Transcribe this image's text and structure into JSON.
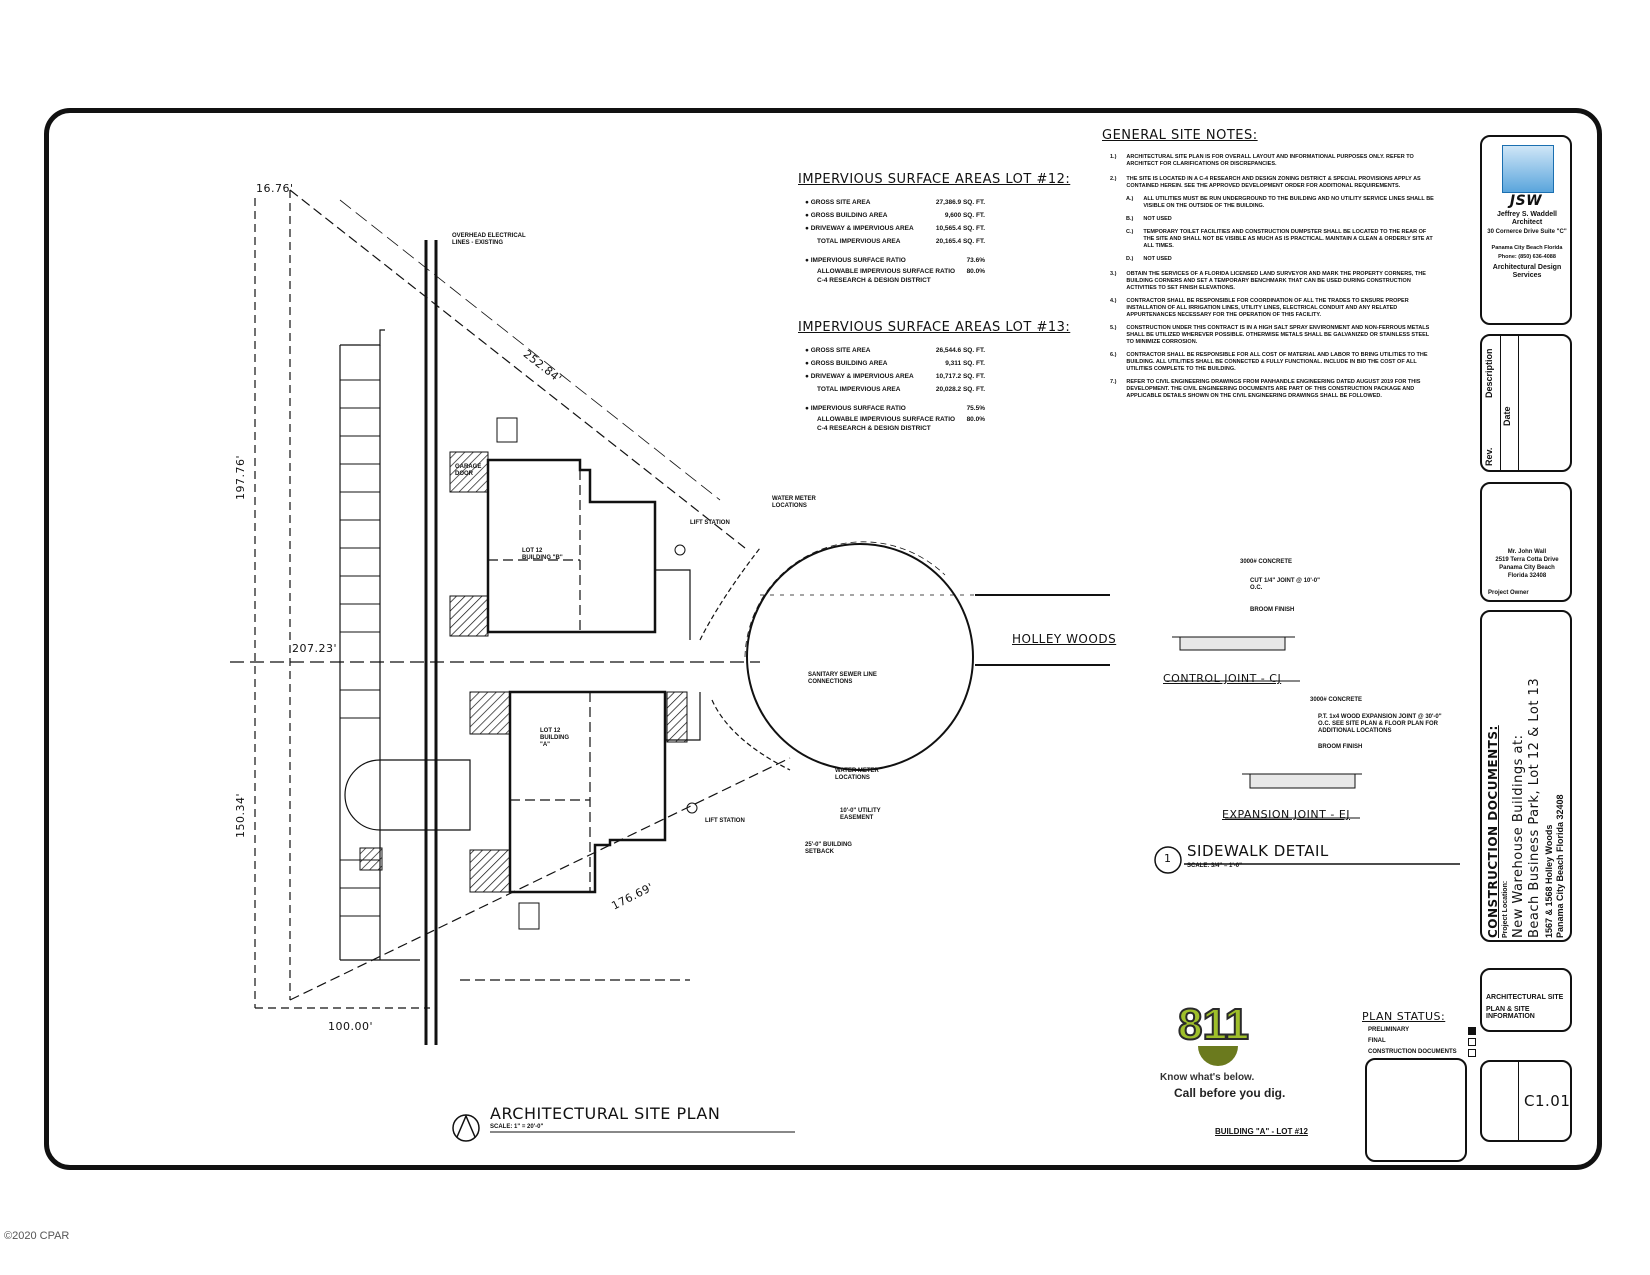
{
  "sheet": {
    "plan_title": "ARCHITECTURAL SITE PLAN",
    "plan_scale": "SCALE: 1\" = 20'-0\"",
    "building_caption": "BUILDING \"A\" - LOT #12",
    "sheet_number": "C1.01",
    "sheet_title_line1": "ARCHITECTURAL SITE",
    "sheet_title_line2": "PLAN & SITE INFORMATION"
  },
  "dimensions": {
    "top": "16.76'",
    "diagonal_upper": "252.84'",
    "left_upper": "197.76'",
    "middle": "207.23'",
    "left_lower": "150.34'",
    "diagonal_lower": "176.69'",
    "bottom": "100.00'"
  },
  "site_labels": {
    "overhead_electrical": "OVERHEAD ELECTRICAL LINES - EXISTING",
    "lot12_building": "LOT 12 BUILDING \"B\"",
    "lot12a_building": "LOT 12 BUILDING \"A\"",
    "garage_door": "GARAGE DOOR",
    "water_meter_top": "WATER METER LOCATIONS",
    "lift_station_top": "LIFT STATION",
    "sanitary_sewer": "SANITARY SEWER LINE CONNECTIONS",
    "water_meter_bottom": "WATER METER LOCATIONS",
    "utility_easement": "10'-0\" UTILITY EASEMENT",
    "lift_station_bottom": "LIFT STATION",
    "building_setback": "25'-0\" BUILDING SETBACK",
    "road": "HOLLEY WOODS"
  },
  "impervious_lot12": {
    "title": "IMPERVIOUS SURFACE AREAS LOT #12:",
    "rows": [
      {
        "label": "GROSS SITE AREA",
        "value": "27,386.9 SQ. FT."
      },
      {
        "label": "GROSS BUILDING AREA",
        "value": "9,600 SQ. FT."
      },
      {
        "label": "DRIVEWAY & IMPERVIOUS AREA",
        "value": "10,565.4 SQ. FT."
      },
      {
        "label": "TOTAL IMPERVIOUS AREA",
        "value": "20,165.4 SQ. FT."
      },
      {
        "label": "IMPERVIOUS SURFACE RATIO",
        "value": "73.6%"
      },
      {
        "label": "ALLOWABLE IMPERVIOUS SURFACE RATIO",
        "value": "80.0%"
      },
      {
        "label": "C-4 RESEARCH & DESIGN DISTRICT",
        "value": ""
      }
    ]
  },
  "impervious_lot13": {
    "title": "IMPERVIOUS SURFACE AREAS LOT #13:",
    "rows": [
      {
        "label": "GROSS SITE AREA",
        "value": "26,544.6 SQ. FT."
      },
      {
        "label": "GROSS BUILDING AREA",
        "value": "9,311 SQ. FT."
      },
      {
        "label": "DRIVEWAY & IMPERVIOUS AREA",
        "value": "10,717.2 SQ. FT."
      },
      {
        "label": "TOTAL IMPERVIOUS AREA",
        "value": "20,028.2 SQ. FT."
      },
      {
        "label": "IMPERVIOUS SURFACE RATIO",
        "value": "75.5%"
      },
      {
        "label": "ALLOWABLE IMPERVIOUS SURFACE RATIO",
        "value": "80.0%"
      },
      {
        "label": "C-4 RESEARCH & DESIGN DISTRICT",
        "value": ""
      }
    ]
  },
  "general_notes": {
    "title": "GENERAL SITE NOTES:",
    "items": [
      {
        "n": "1.)",
        "text": "ARCHITECTURAL SITE PLAN IS FOR OVERALL LAYOUT AND INFORMATIONAL PURPOSES ONLY. REFER TO ARCHITECT FOR CLARIFICATIONS OR DISCREPANCIES."
      },
      {
        "n": "2.)",
        "text": "THE SITE IS LOCATED IN A C-4 RESEARCH AND DESIGN ZONING DISTRICT & SPECIAL PROVISIONS APPLY AS CONTAINED HEREIN. SEE THE APPROVED DEVELOPMENT ORDER FOR ADDITIONAL REQUIREMENTS."
      },
      {
        "n": "A.)",
        "text": "ALL UTILITIES MUST BE RUN UNDERGROUND TO THE BUILDING AND NO UTILITY SERVICE LINES SHALL BE VISIBLE ON THE OUTSIDE OF THE BUILDING."
      },
      {
        "n": "B.)",
        "text": "NOT USED"
      },
      {
        "n": "C.)",
        "text": "TEMPORARY TOILET FACILITIES AND CONSTRUCTION DUMPSTER SHALL BE LOCATED TO THE REAR OF THE SITE AND SHALL NOT BE VISIBLE AS MUCH AS IS PRACTICAL. MAINTAIN A CLEAN & ORDERLY SITE AT ALL TIMES."
      },
      {
        "n": "D.)",
        "text": "NOT USED"
      },
      {
        "n": "3.)",
        "text": "OBTAIN THE SERVICES OF A FLORIDA LICENSED LAND SURVEYOR AND MARK THE PROPERTY CORNERS, THE BUILDING CORNERS AND SET A TEMPORARY BENCHMARK THAT CAN BE USED DURING CONSTRUCTION ACTIVITIES TO SET FINISH ELEVATIONS."
      },
      {
        "n": "4.)",
        "text": "CONTRACTOR SHALL BE RESPONSIBLE FOR COORDINATION OF ALL THE TRADES TO ENSURE PROPER INSTALLATION OF ALL IRRIGATION LINES, UTILITY LINES, ELECTRICAL CONDUIT AND ANY RELATED APPURTENANCES NECESSARY FOR THE OPERATION OF THIS FACILITY."
      },
      {
        "n": "5.)",
        "text": "CONSTRUCTION UNDER THIS CONTRACT IS IN A HIGH SALT SPRAY ENVIRONMENT AND NON-FERROUS METALS SHALL BE UTILIZED WHEREVER POSSIBLE. OTHERWISE METALS SHALL BE GALVANIZED OR STAINLESS STEEL TO MINIMIZE CORROSION."
      },
      {
        "n": "6.)",
        "text": "CONTRACTOR SHALL BE RESPONSIBLE FOR ALL COST OF MATERIAL AND LABOR TO BRING UTILITIES TO THE BUILDING. ALL UTILITIES SHALL BE CONNECTED & FULLY FUNCTIONAL. INCLUDE IN BID THE COST OF ALL UTILITIES COMPLETE TO THE BUILDING."
      },
      {
        "n": "7.)",
        "text": "REFER TO CIVIL ENGINEERING DRAWINGS FROM PANHANDLE ENGINEERING DATED AUGUST 2019 FOR THIS DEVELOPMENT. THE CIVIL ENGINEERING DOCUMENTS ARE PART OF THIS CONSTRUCTION PACKAGE AND APPLICABLE DETAILS SHOWN ON THE CIVIL ENGINEERING DRAWINGS SHALL BE FOLLOWED."
      }
    ]
  },
  "sidewalk_detail": {
    "number": "1",
    "title": "SIDEWALK DETAIL",
    "scale": "SCALE: 3/4\" = 1'-0\"",
    "control_joint_title": "CONTROL JOINT - CJ",
    "control_labels": [
      "3000# CONCRETE",
      "CUT 1/4\" JOINT @ 10'-0\" O.C.",
      "BROOM FINISH"
    ],
    "expansion_joint_title": "EXPANSION JOINT - EJ",
    "expansion_labels": [
      "3000# CONCRETE",
      "P.T. 1x4 WOOD EXPANSION JOINT @ 30'-0\" O.C. SEE SITE PLAN & FLOOR PLAN FOR ADDITIONAL LOCATIONS",
      "BROOM FINISH"
    ]
  },
  "logo_811": {
    "number": "811",
    "tagline1": "Know what's below.",
    "tagline2": "Call before you dig."
  },
  "plan_status": {
    "title": "PLAN STATUS:",
    "rows": [
      {
        "label": "PRELIMINARY",
        "checked": true
      },
      {
        "label": "FINAL",
        "checked": false
      },
      {
        "label": "CONSTRUCTION DOCUMENTS",
        "checked": false
      }
    ]
  },
  "title_block": {
    "firm_initials": "JSW",
    "firm_name": "Jeffrey S. Waddell Architect",
    "firm_address1": "30 Cornerce Drive Suite \"C\"",
    "firm_address2": "Panama City Beach Florida",
    "firm_phone": "Phone: (850) 636-4088",
    "firm_tagline": "Architectural Design Services",
    "rev_headers": [
      "Rev.",
      "Date",
      "Description"
    ],
    "client_name": "Mr. John Wall",
    "client_address1": "2519 Terra Cotta Drive",
    "client_address2": "Panama City Beach",
    "client_address3": "Florida 32408",
    "project_label": "Project Owner",
    "construction_docs": "CONSTRUCTION DOCUMENTS:",
    "project_location": "Project Location:",
    "project_line1": "New Warehouse Buildings at:",
    "project_line2": "Beach Business Park, Lot 12 & Lot 13",
    "project_line3": "1567 & 1568 Holley Woods",
    "project_line4": "Panama City Beach Florida 32408"
  },
  "copyright_mark": "©2020 CPAR"
}
